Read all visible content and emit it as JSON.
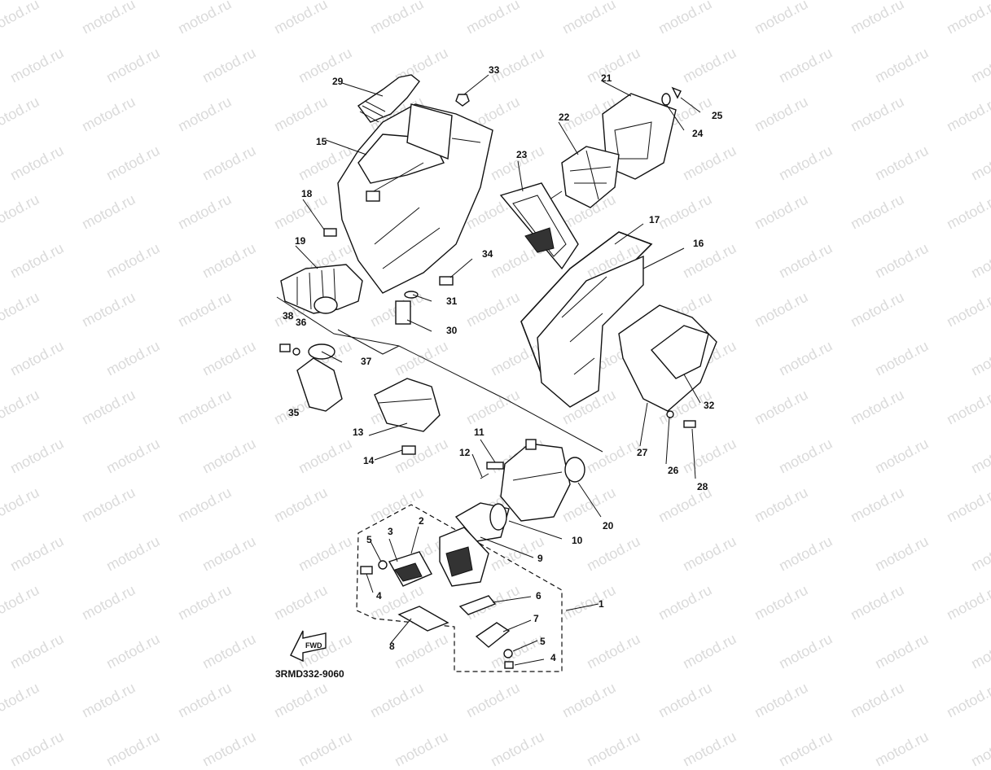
{
  "diagram": {
    "watermark": "motod.ru",
    "drawing_code": "3RMD332-9060",
    "fwd_label": "FWD",
    "callouts": [
      "1",
      "2",
      "3",
      "4",
      "4",
      "5",
      "5",
      "6",
      "7",
      "8",
      "9",
      "10",
      "11",
      "12",
      "13",
      "14",
      "15",
      "16",
      "17",
      "18",
      "19",
      "20",
      "21",
      "22",
      "23",
      "24",
      "25",
      "26",
      "27",
      "28",
      "29",
      "30",
      "31",
      "32",
      "33",
      "34",
      "35",
      "36",
      "37",
      "38"
    ]
  }
}
